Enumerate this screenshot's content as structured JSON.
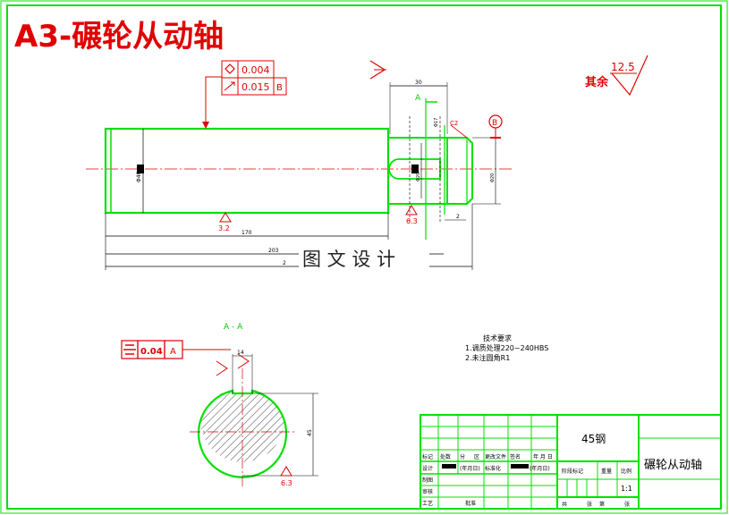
{
  "drawing": {
    "title": "A3-碾轮从动轴",
    "watermark": "图 文 设 计",
    "colors": {
      "frame": "#00e000",
      "annotation": "#e00000",
      "dimension": "#000000",
      "background": "#ffffff"
    }
  },
  "gdt": {
    "runout_value": "0.004",
    "position_value": "0.015",
    "position_datum": "B",
    "symmetry_value": "0.04",
    "symmetry_datum": "A",
    "datum_b_label": "B"
  },
  "roughness": {
    "general_value": "12.5",
    "general_label": "其余",
    "shaft_face": "3.2",
    "groove_face": "6.3",
    "section_face": "6.3"
  },
  "dimensions": {
    "len_170": "170",
    "len_203": "203",
    "len_overall": "2",
    "len_30": "30",
    "chamfer": "C2",
    "groove_width": "2",
    "main_dia": "Φ40",
    "small_dia": "Φ20",
    "groove_dia": "Φ20",
    "keyway_depth": "Φ17",
    "section_key": "14",
    "section_depth": "45"
  },
  "view_labels": {
    "section_marker": "A",
    "section_title": "A - A"
  },
  "notes": {
    "heading": "技术要求",
    "lines": [
      "1.调质处理220~240HBS",
      "2.未注圆角R1"
    ]
  },
  "title_block": {
    "material": "45钢",
    "part_name": "碾轮从动轴",
    "scale": "1:1",
    "header_row": [
      "标记",
      "处数",
      "分",
      "区",
      "更改文件",
      "签名",
      "年 月 日"
    ],
    "design_label": "设计",
    "design_date": "(年月日)",
    "standardize_label": "标准化",
    "standardize_date": "(年月日)",
    "drafting_label": "制图",
    "review_label": "审核",
    "process_label": "工艺",
    "approve_label": "批准",
    "stage_label": "阶段标记",
    "weight_label": "重量",
    "scale_label": "比例",
    "sheets_total": "共",
    "sheets_unit": "张",
    "sheet_label": "第",
    "sheet_unit": "张"
  }
}
